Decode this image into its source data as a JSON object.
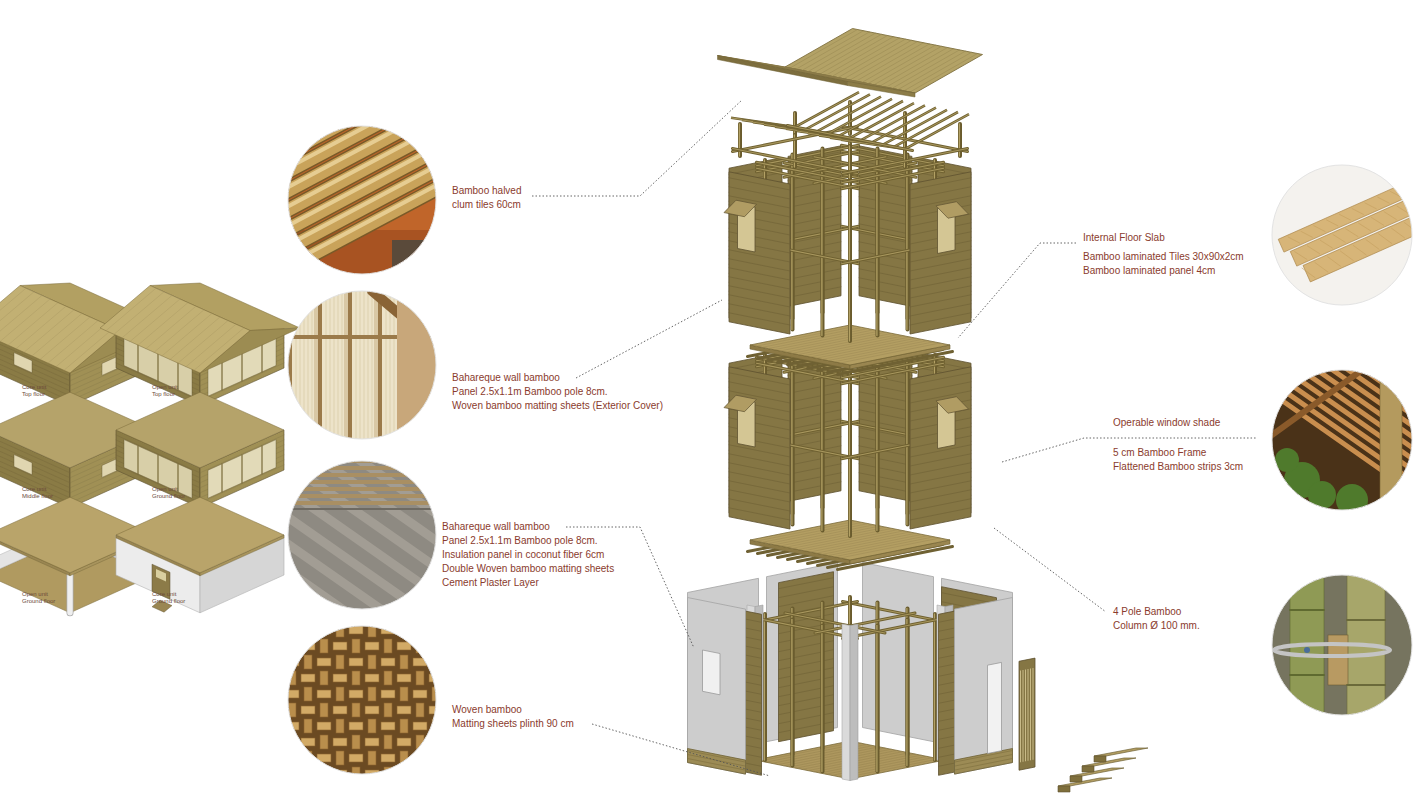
{
  "diagram": {
    "labels": [
      "Core unit Top floor",
      "Open unit Top floor",
      "Core unit Middle floor",
      "Open unit Ground floor",
      "Open unit Ground floor",
      "Core unit Ground floor",
      "Bamboo halved clum tiles 60cm",
      "Bahareque wall bamboo",
      "Panel 2.5x1.1m Bamboo pole 8cm.",
      "Woven bamboo matting sheets (Exterior Cover)",
      "Bahareque wall bamboo",
      "Panel 2.5x1.1m Bamboo pole 8cm.",
      "Insulation panel in coconut fiber 6cm",
      "Double Woven bamboo matting sheets",
      "Cement Plaster Layer",
      "Woven bamboo Matting sheets plinth 90 cm",
      "Internal Floor Slab",
      "Bamboo laminated Tiles 30x90x2cm",
      "Bamboo laminated panel 4cm",
      "Operable window shade",
      "5 cm Bamboo Frame",
      "Flattened Bamboo strips 3cm",
      "4 Pole Bamboo Column Ø 100 mm."
    ]
  }
}
